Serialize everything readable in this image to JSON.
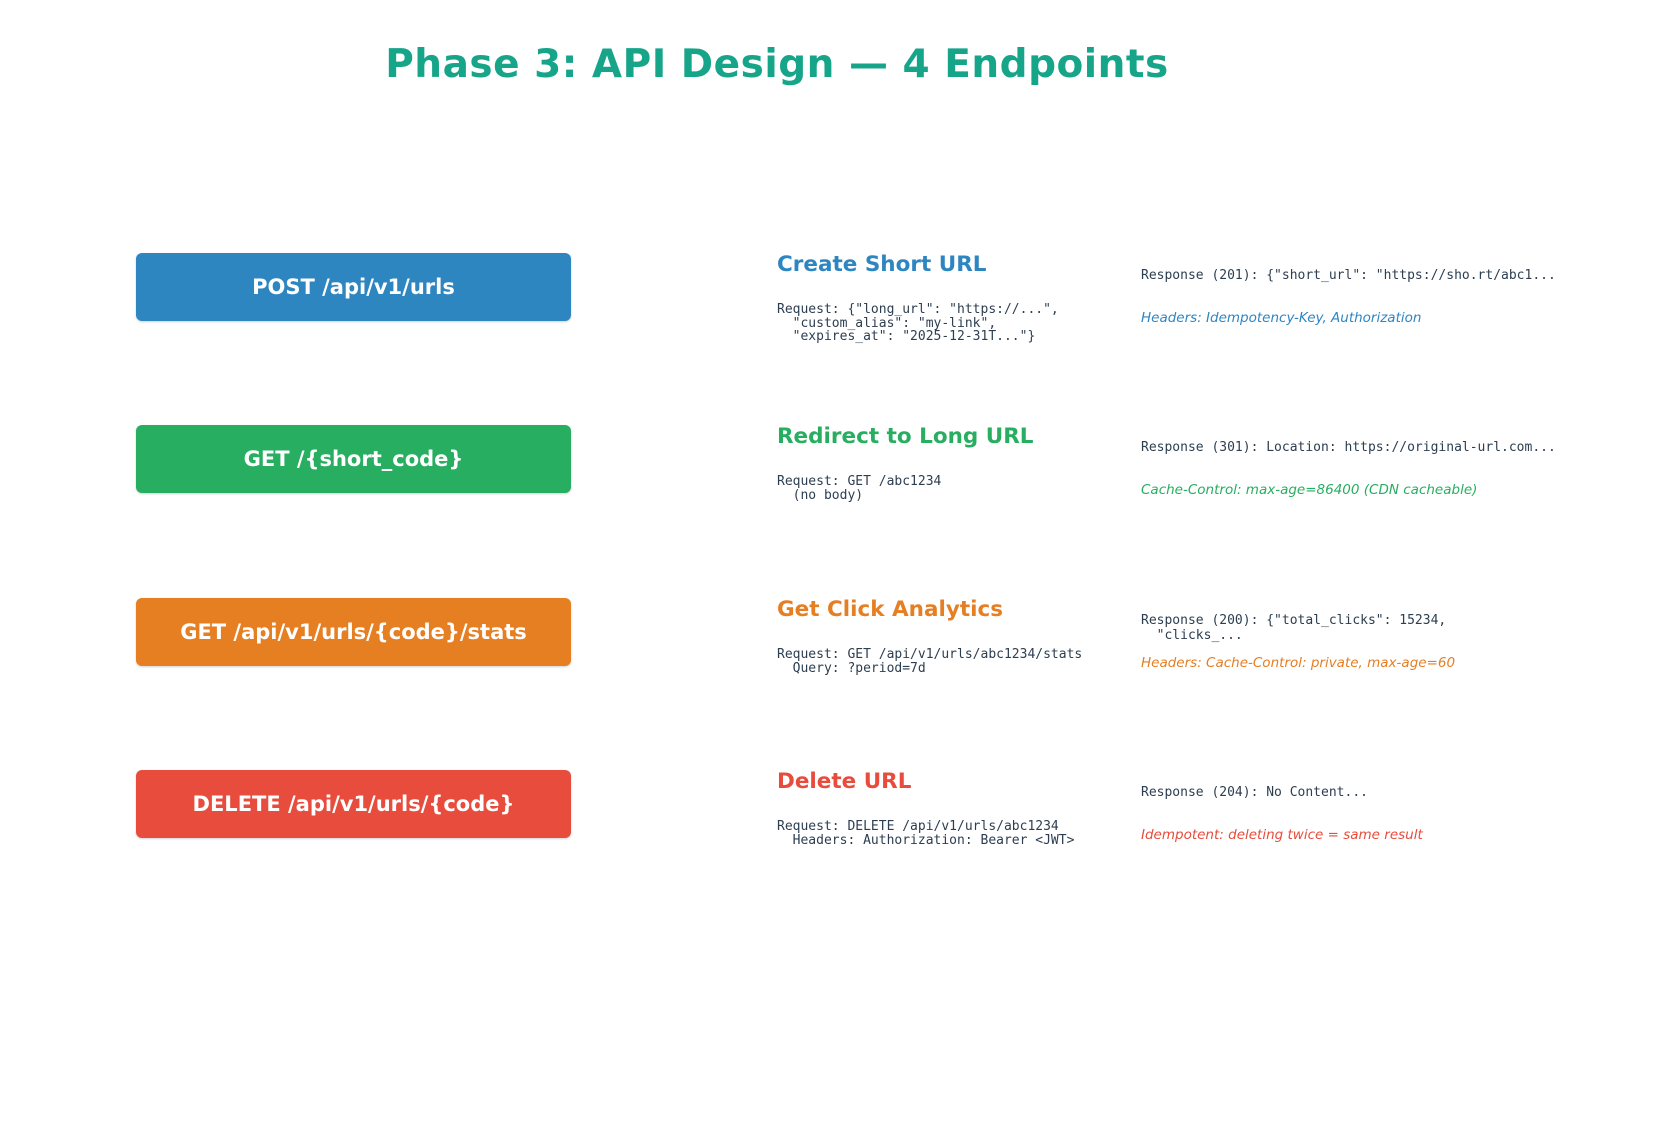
{
  "title": {
    "text": "Phase 3: API Design — 4 Endpoints",
    "color": "#17a589"
  },
  "endpoints": [
    {
      "method_label": "POST /api/v1/urls",
      "color": "#2e86c1",
      "title": "Create Short URL",
      "request": "Request: {\"long_url\": \"https://...\",\n  \"custom_alias\": \"my-link\",\n  \"expires_at\": \"2025-12-31T...\"}",
      "response": "Response (201): {\"short_url\": \"https://sho.rt/abc1...",
      "note": "Headers: Idempotency-Key, Authorization"
    },
    {
      "method_label": "GET /{short_code}",
      "color": "#27ae60",
      "title": "Redirect to Long URL",
      "request": "Request: GET /abc1234\n  (no body)",
      "response": "Response (301): Location: https://original-url.com...",
      "note": "Cache-Control: max-age=86400 (CDN cacheable)"
    },
    {
      "method_label": "GET /api/v1/urls/{code}/stats",
      "color": "#e67e22",
      "title": "Get Click Analytics",
      "request": "Request: GET /api/v1/urls/abc1234/stats\n  Query: ?period=7d",
      "response": "Response (200): {\"total_clicks\": 15234,\n  \"clicks_...",
      "note": "Headers: Cache-Control: private, max-age=60"
    },
    {
      "method_label": "DELETE /api/v1/urls/{code}",
      "color": "#e74c3c",
      "title": "Delete URL",
      "request": "Request: DELETE /api/v1/urls/abc1234\n  Headers: Authorization: Bearer <JWT>",
      "response": "Response (204): No Content...",
      "note": "Idempotent: deleting twice = same result"
    }
  ]
}
